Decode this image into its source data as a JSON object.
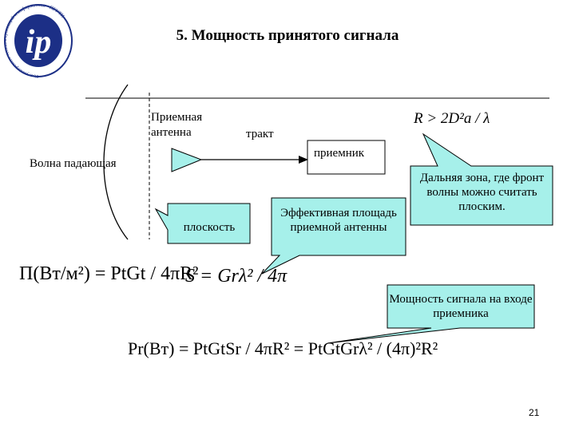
{
  "slide": {
    "title": "5. Мощность принятого сигнала",
    "page_number": "21"
  },
  "logo": {
    "glyph": "ip",
    "ring_text": "Гос. университет телекоммуникаций и информатики · ПГУТИ ·"
  },
  "diagram": {
    "antenna_label_1": "Приемная",
    "antenna_label_2": "антенна",
    "path_label": "тракт",
    "receiver_label": "приемник",
    "incident_wave_label": "Волна падающая",
    "far_zone_formula": "R > 2D²a / λ"
  },
  "callouts": {
    "plane": "плоскость",
    "effective_area": "Эффективная площадь приемной антенны",
    "far_zone": "Дальняя зона, где фронт волны можно считать плоским.",
    "received_power": "Мощность сигнала на входе приемника"
  },
  "formulas": {
    "flux_density": "П(Вт/м²) = PtGt / 4πR²",
    "effective_area": "S = Grλ² / 4π",
    "received_power": "Pr(Вт) = PtGtSr / 4πR² = PtGtGrλ² / (4π)²R²"
  },
  "colors": {
    "callout_fill": "#a6f0ea",
    "logo_blue": "#1c2f86"
  }
}
